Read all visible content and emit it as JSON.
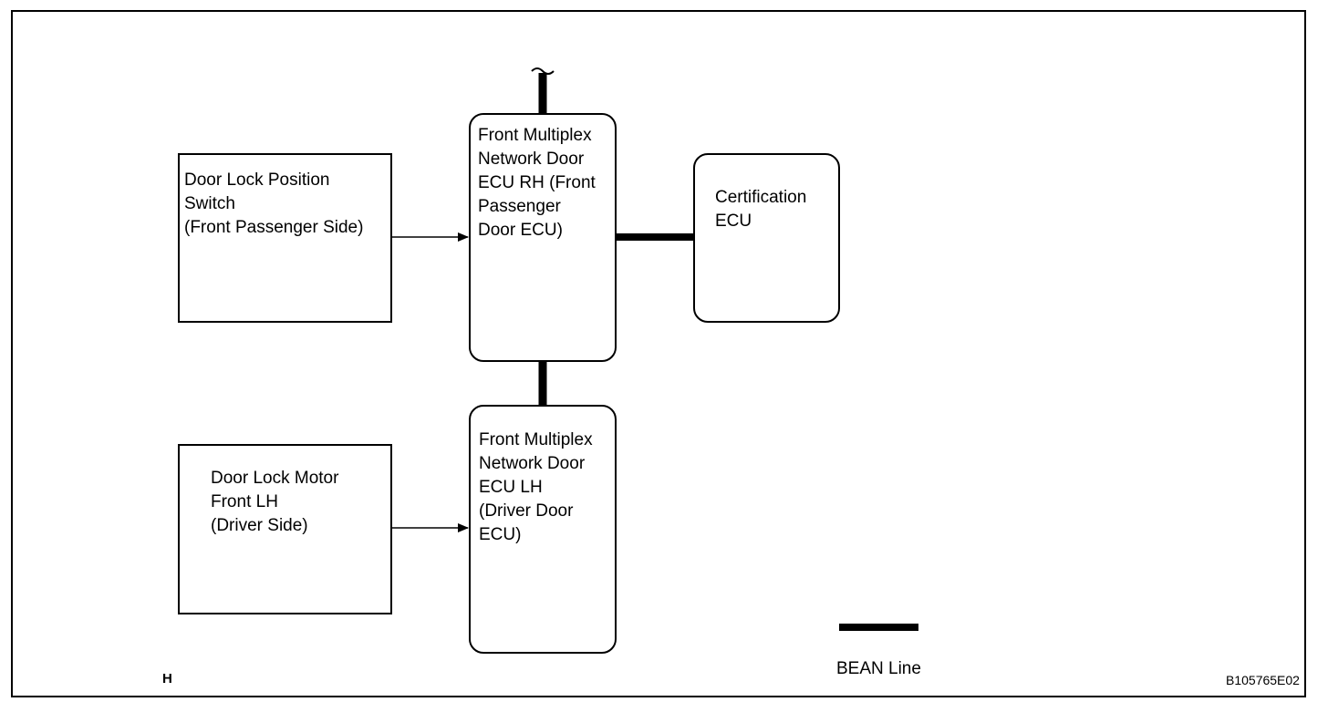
{
  "blocks": {
    "door_lock_position_switch": "Door Lock Position\nSwitch\n(Front Passenger Side)",
    "door_lock_motor": "Door Lock Motor\nFront LH\n(Driver Side)",
    "front_multiplex_rh": "Front Multiplex\nNetwork Door\nECU RH (Front\nPassenger\nDoor ECU)",
    "front_multiplex_lh": "Front Multiplex\nNetwork Door\nECU LH\n(Driver Door\nECU)",
    "certification_ecu": "Certification\nECU"
  },
  "legend": {
    "bean_line": "BEAN Line"
  },
  "footer": {
    "left_mark": "H",
    "figure_code": "B105765E02"
  }
}
